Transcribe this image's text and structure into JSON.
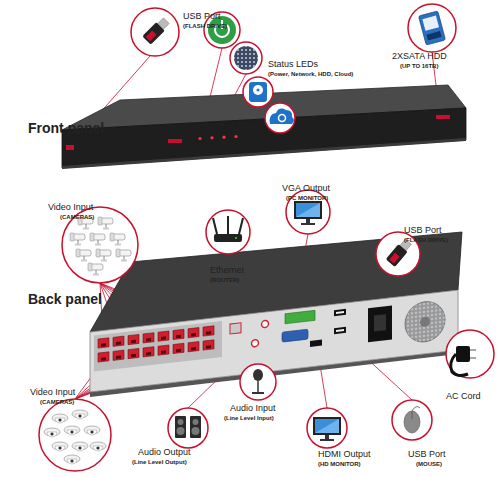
{
  "diagram": {
    "labels": [
      "USB Port",
      "(FLASH DRIVE)",
      "Status LEDs",
      "(Power, Network, HDD, Cloud)",
      "2XSATA HDD",
      "(UP TO 16TB)",
      "Front panel",
      "Video Input",
      "(CAMERAS)",
      "Ethernet",
      "(ROUTER)",
      "VGA Output",
      "(PC MONITOR)",
      "USB Port",
      "(FLASH DRIVE)",
      "Back panel",
      "AC Cord",
      "Video Input",
      "(CAMERAS)",
      "Audio Output",
      "(Line Level Output)",
      "Audio Input",
      "(Line Level Input)",
      "HDMI Output",
      "(HD MONITOR)",
      "USB Port",
      "(MOUSE)"
    ]
  }
}
